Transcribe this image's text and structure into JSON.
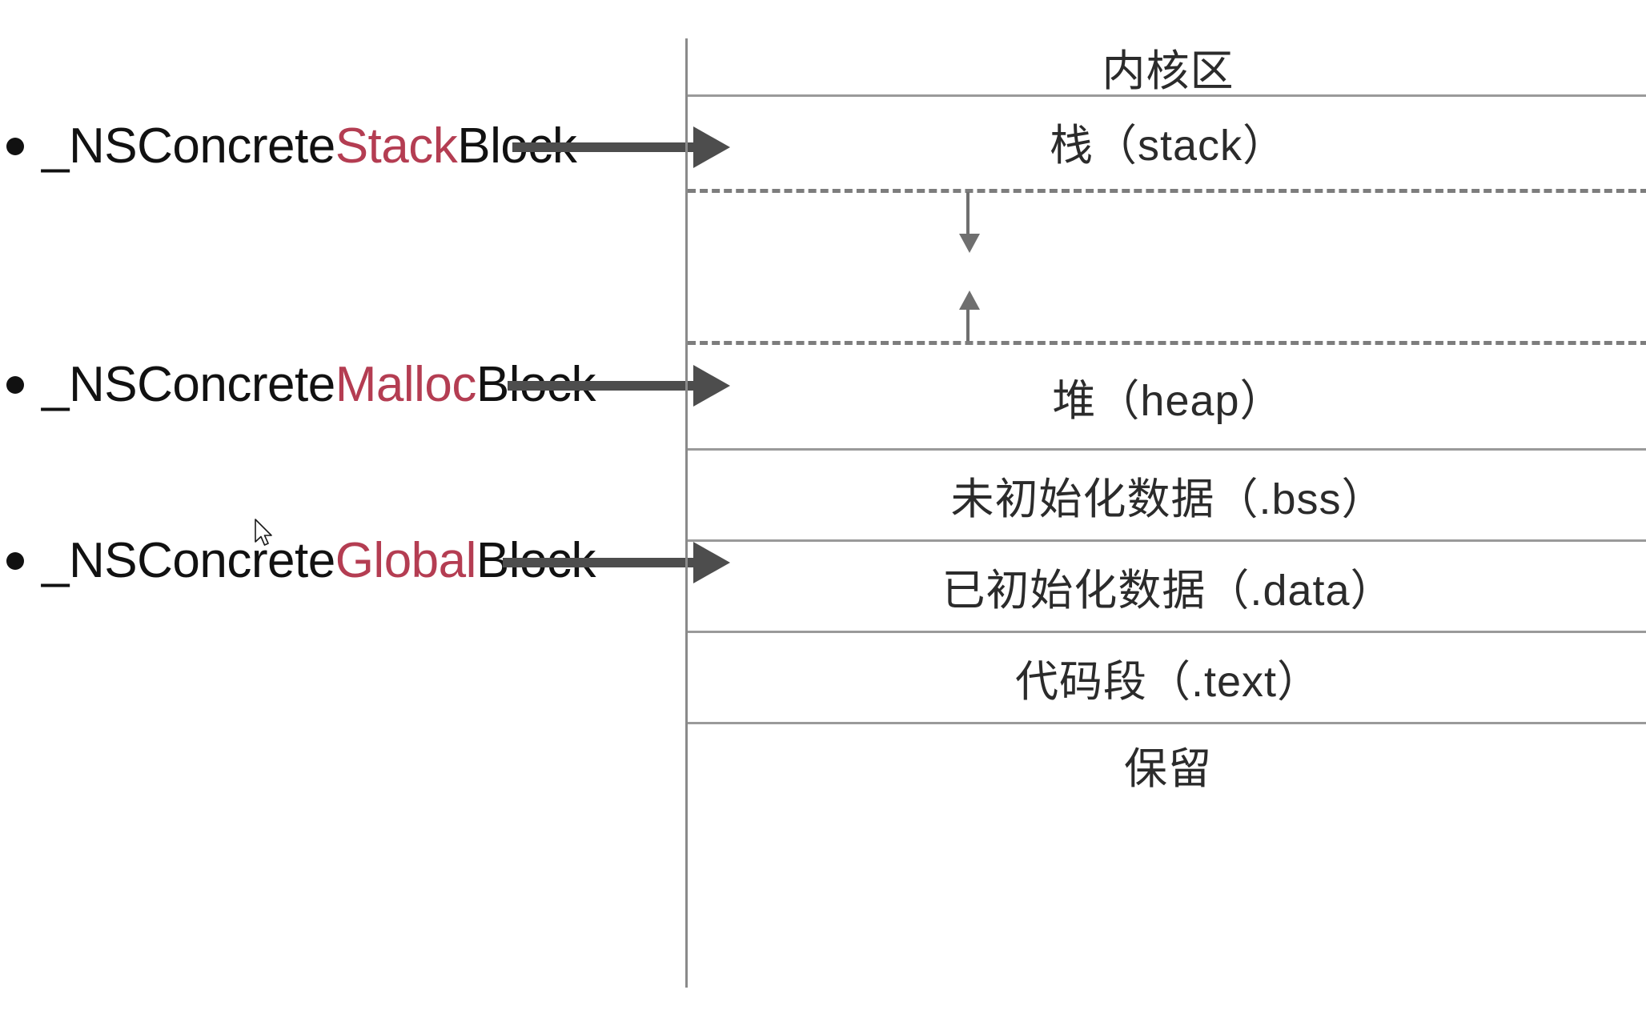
{
  "accent_color": "#b43d52",
  "line_color": "#4d4d4d",
  "rule_color": "#9a9a9a",
  "bullets": [
    {
      "prefix": "_NSConcrete",
      "highlight": "Stack",
      "suffix": "Block",
      "target": "栈（stack）"
    },
    {
      "prefix": "_NSConcrete",
      "highlight": "Malloc",
      "suffix": "Block",
      "target": "堆（heap）"
    },
    {
      "prefix": "_NSConcrete",
      "highlight": "Global",
      "suffix": "Block",
      "target": "已初始化数据（.data）"
    }
  ],
  "memory_table": {
    "rows": [
      {
        "label": "内核区"
      },
      {
        "label": "栈（stack）"
      },
      {
        "label": "堆（heap）"
      },
      {
        "label": "未初始化数据（.bss）"
      },
      {
        "label": "已初始化数据（.data）"
      },
      {
        "label": "代码段（.text）"
      },
      {
        "label": "保留"
      }
    ]
  },
  "cursor": {
    "icon": "mouse-pointer-icon"
  }
}
